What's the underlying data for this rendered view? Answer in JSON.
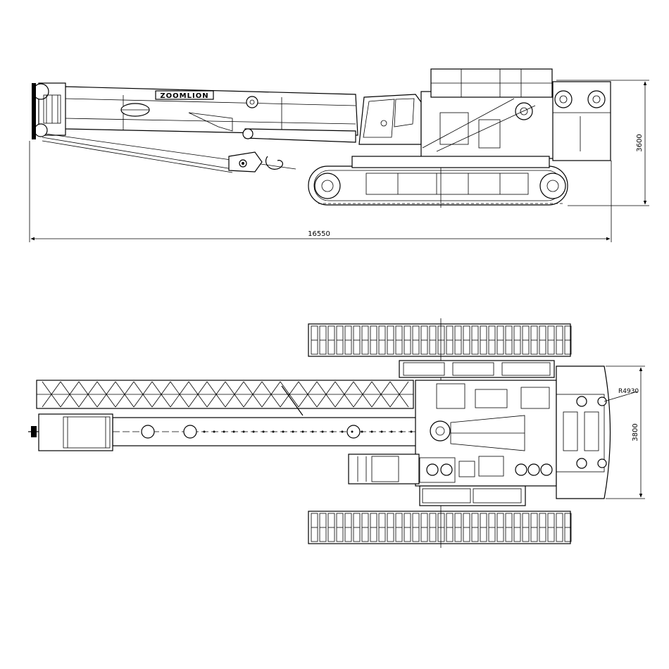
{
  "brand": {
    "logo_text": "ZOOMLION"
  },
  "side_view": {
    "overall_length": "16550",
    "overall_height": "3600"
  },
  "top_view": {
    "overall_width": "3800",
    "tail_radius": "R4930"
  },
  "colors": {
    "line": "#000000",
    "background": "#ffffff"
  }
}
